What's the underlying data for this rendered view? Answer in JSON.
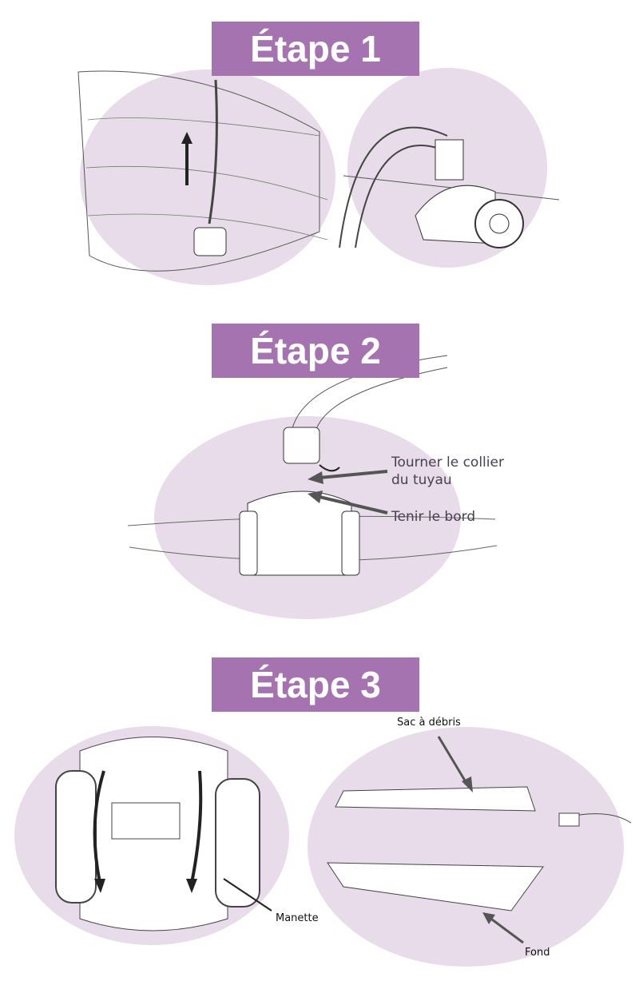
{
  "steps": [
    {
      "title": "Étape 1"
    },
    {
      "title": "Étape 2",
      "labels": {
        "turn_collar": "Tourner le collier",
        "turn_collar_2": "du tuyau",
        "hold_edge": "Tenir le bord"
      }
    },
    {
      "title": "Étape 3",
      "labels": {
        "debris_bag": "Sac à débris",
        "handle": "Manette",
        "bottom": "Fond"
      }
    }
  ],
  "colors": {
    "banner": "#a574b0",
    "circle": "#e8dcea",
    "line": "#333333"
  }
}
